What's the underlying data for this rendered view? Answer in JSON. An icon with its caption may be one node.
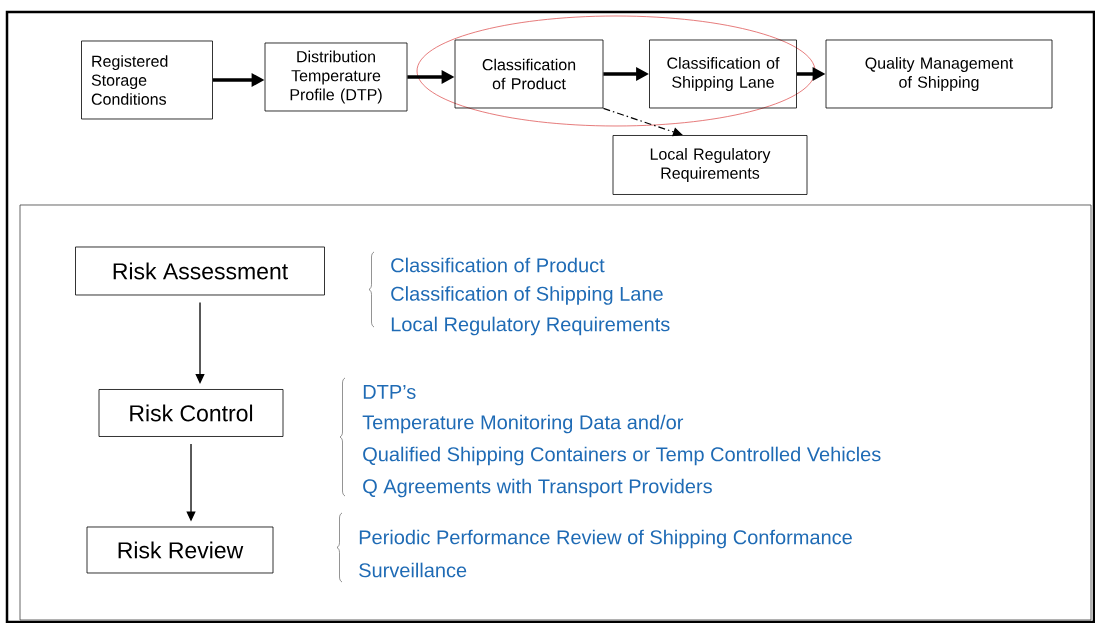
{
  "diagram": {
    "nodes": [
      {
        "text": [
          "Registered Storage Conditions"
        ]
      },
      {
        "text": [
          "Distribution Temperature Profile (DTP)"
        ]
      },
      {
        "text": [
          "Classification of Product"
        ]
      },
      {
        "text": [
          "Classification of Shipping Lane"
        ]
      },
      {
        "text": [
          "Quality Management of Shipping"
        ]
      },
      {
        "text": [
          "Local Regulatory Requirements"
        ]
      },
      {
        "text": [
          "Risk Assessment"
        ],
        "beside": [
          "Classification of Product",
          "Classification of Shipping Lane",
          "Local Regulatory Requirements"
        ]
      },
      {
        "text": [
          "Risk Control"
        ],
        "beside": [
          "DTP’s",
          "Temperature Monitoring Data and/or",
          "Qualified Shipping Containers or Temp Controlled Vehicles",
          "Q Agreements with Transport Providers"
        ]
      },
      {
        "text": [
          "Risk Review"
        ],
        "beside": [
          "Periodic Performance Review of Shipping Conformance",
          "Surveillance"
        ]
      }
    ],
    "edges": [
      {
        "from": 0,
        "to": 1,
        "arrow": "to"
      },
      {
        "from": 1,
        "to": 2,
        "arrow": "to"
      },
      {
        "from": 2,
        "to": 3,
        "arrow": "to"
      },
      {
        "from": 3,
        "to": 4,
        "arrow": "to"
      },
      {
        "from": 2,
        "to": 5,
        "arrow": "to",
        "style": "dashed"
      },
      {
        "from": 6,
        "to": 7,
        "arrow": "to"
      },
      {
        "from": 7,
        "to": 8,
        "arrow": "to"
      }
    ]
  }
}
